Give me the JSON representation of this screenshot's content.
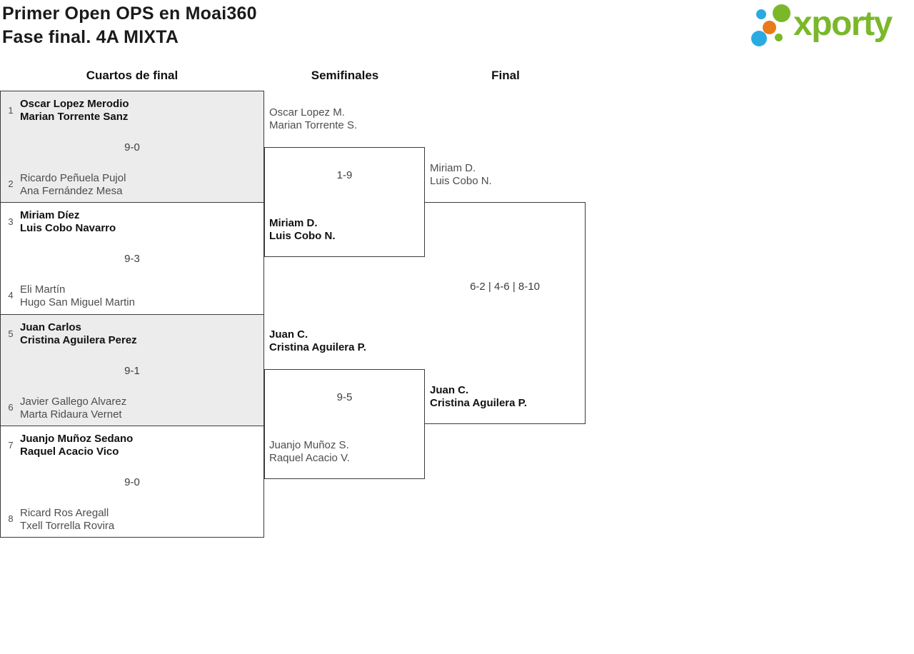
{
  "header": {
    "title_line1": "Primer Open OPS en Moai360",
    "title_line2": "Fase final. 4A MIXTA"
  },
  "logo": {
    "wordmark": "xporty",
    "colors": {
      "green": "#7ab829",
      "blue": "#29abe2",
      "orange": "#e87a1a"
    }
  },
  "round_headers": {
    "quarterfinals": "Cuartos de final",
    "semifinals": "Semifinales",
    "final": "Final"
  },
  "quarterfinals": [
    {
      "seed_top": "1",
      "top_line1": "Oscar Lopez Merodio",
      "top_line2": "Marian Torrente Sanz",
      "score": "9-0",
      "seed_bottom": "2",
      "bottom_line1": "Ricardo Peñuela Pujol",
      "bottom_line2": "Ana Fernández Mesa"
    },
    {
      "seed_top": "3",
      "top_line1": "Miriam Díez",
      "top_line2": "Luis Cobo Navarro",
      "score": "9-3",
      "seed_bottom": "4",
      "bottom_line1": "Eli Martín",
      "bottom_line2": "Hugo San Miguel Martin"
    },
    {
      "seed_top": "5",
      "top_line1": "Juan Carlos",
      "top_line2": "Cristina Aguilera Perez",
      "score": "9-1",
      "seed_bottom": "6",
      "bottom_line1": "Javier Gallego Alvarez",
      "bottom_line2": "Marta Ridaura Vernet"
    },
    {
      "seed_top": "7",
      "top_line1": "Juanjo Muñoz Sedano",
      "top_line2": "Raquel Acacio Vico",
      "score": "9-0",
      "seed_bottom": "8",
      "bottom_line1": "Ricard Ros Aregall",
      "bottom_line2": "Txell Torrella Rovira"
    }
  ],
  "semifinals": [
    {
      "top_line1": "Oscar Lopez M.",
      "top_line2": "Marian Torrente S.",
      "score": "1-9",
      "bottom_line1": "Miriam D.",
      "bottom_line2": "Luis Cobo N."
    },
    {
      "top_line1": "Juan C.",
      "top_line2": "Cristina Aguilera P.",
      "score": "9-5",
      "bottom_line1": "Juanjo Muñoz S.",
      "bottom_line2": "Raquel Acacio V."
    }
  ],
  "final": {
    "top_line1": "Miriam D.",
    "top_line2": "Luis Cobo N.",
    "score": "6-2 | 4-6 | 8-10",
    "bottom_line1": "Juan C.",
    "bottom_line2": "Cristina Aguilera P."
  }
}
